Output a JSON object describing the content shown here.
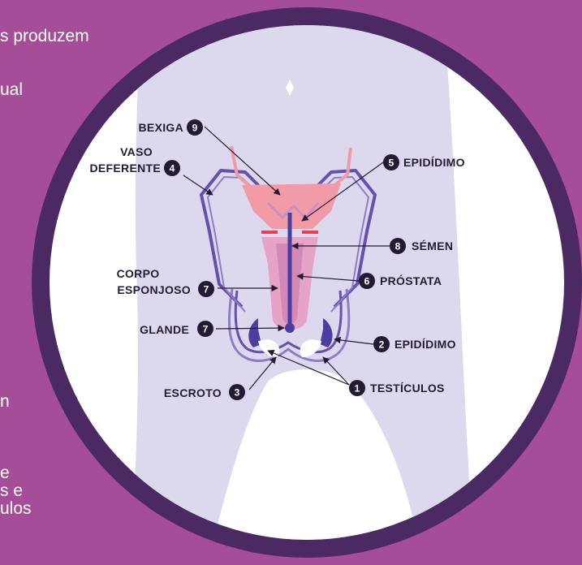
{
  "background_text": {
    "line1": "s produzem",
    "line2": "ual",
    "line3": "n",
    "line4": "e",
    "line5": "s e",
    "line6": "ulos"
  },
  "colors": {
    "background": "#a64d97",
    "ring": "#4b2a63",
    "disc": "#ffffff",
    "body_silhouette": "#dcd9ee",
    "duct_purple": "#6650ad",
    "bladder_pink": "#f29aa6",
    "semen_pink": "#e6a2c7",
    "badge": "#231a33"
  },
  "labels": {
    "bexiga": {
      "text": "BEXIGA",
      "num": "9"
    },
    "vaso": {
      "line1": "VASO",
      "line2": "DEFERENTE",
      "num": "4"
    },
    "epididimo_top": {
      "text": "EPIDÍDIMO",
      "num": "5"
    },
    "semen": {
      "text": "SÉMEN",
      "num": "8"
    },
    "corpo": {
      "line1": "CORPO",
      "line2": "ESPONJOSO",
      "num": "7"
    },
    "prostata": {
      "text": "PRÓSTATA",
      "num": "6"
    },
    "glande": {
      "text": "GLANDE",
      "num": "7"
    },
    "epididimo_bottom": {
      "text": "EPIDÍDIMO",
      "num": "2"
    },
    "escroto": {
      "text": "ESCROTO",
      "num": "3"
    },
    "testiculos": {
      "text": "TESTÍCULOS",
      "num": "1"
    }
  }
}
